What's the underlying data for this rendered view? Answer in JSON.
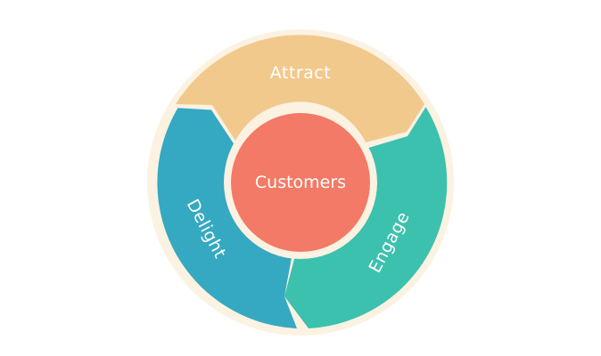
{
  "diagram": {
    "hub": {
      "label": "Customers",
      "color": "#F27A67"
    },
    "segments": [
      {
        "id": "attract",
        "label": "Attract",
        "color": "#F2C98C"
      },
      {
        "id": "engage",
        "label": "Engage",
        "color": "#3CC1AE"
      },
      {
        "id": "delight",
        "label": "Delight",
        "color": "#35A9C1"
      }
    ],
    "separator_color": "#FCF2E2"
  }
}
